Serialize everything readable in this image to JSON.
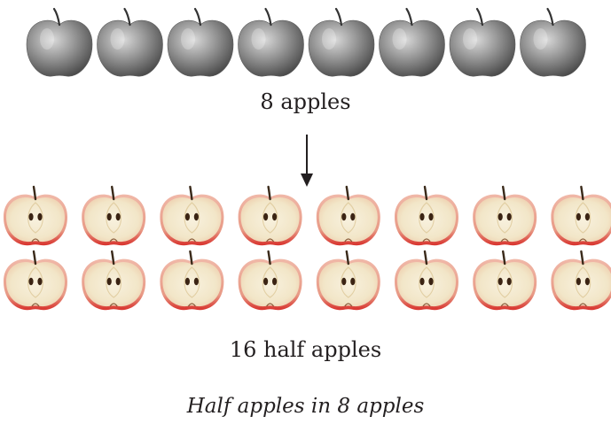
{
  "whole_apples": {
    "count": 8,
    "label": "8 apples",
    "color": "#8c8c8c"
  },
  "half_apples": {
    "count": 16,
    "rows": 2,
    "per_row": 8,
    "label": "16 half apples",
    "skin_color": "#e0504a",
    "flesh_color": "#f4ead2"
  },
  "arrow": {
    "icon": "down-arrow-icon"
  },
  "caption": "Half apples in 8 apples"
}
